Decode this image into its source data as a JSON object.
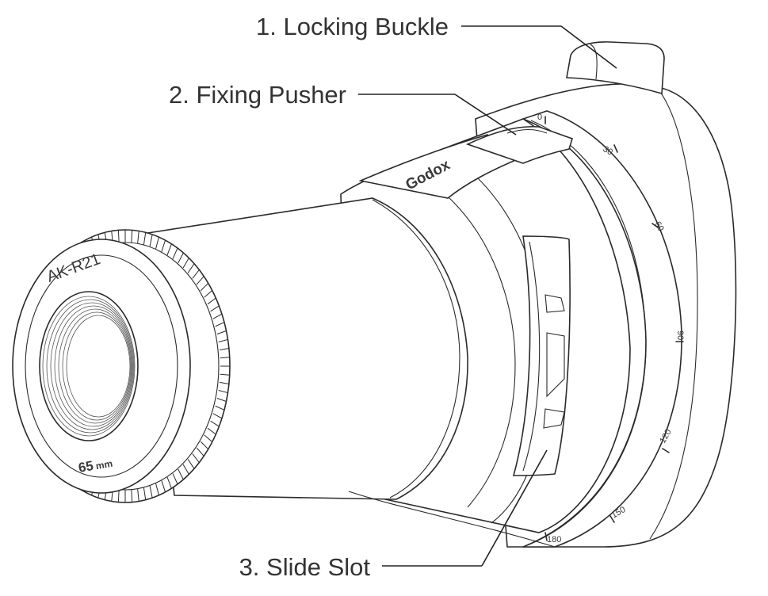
{
  "callouts": {
    "locking_buckle": "1. Locking Buckle",
    "fixing_pusher": "2. Fixing Pusher",
    "slide_slot": "3. Slide Slot"
  },
  "product_marks": {
    "brand": "Godox",
    "model": "AK-R21",
    "focal_length": "65",
    "focal_unit": "mm"
  },
  "scale_marks": [
    "0",
    "30",
    "60",
    "90",
    "120",
    "150",
    "180"
  ]
}
